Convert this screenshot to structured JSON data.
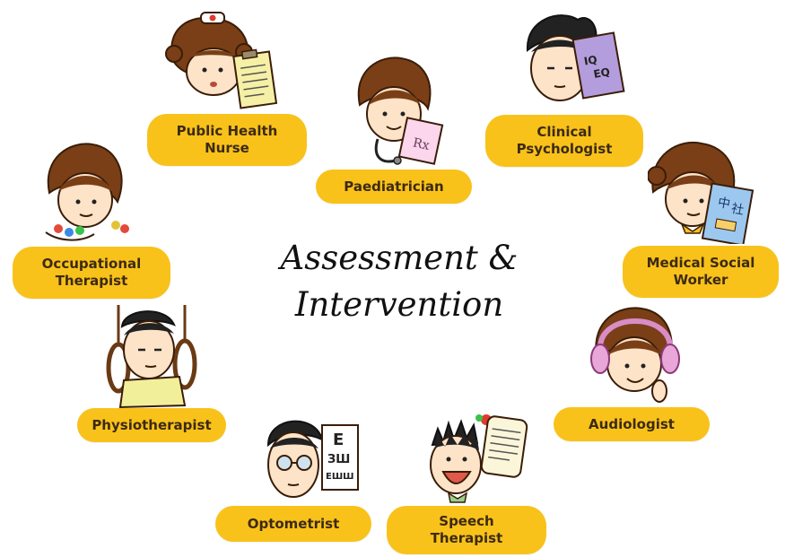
{
  "center": {
    "line1": "Assessment &",
    "line2": "Intervention"
  },
  "roles": {
    "public_health_nurse": {
      "line1": "Public Health",
      "line2": "Nurse"
    },
    "paediatrician": {
      "line1": "Paediatrician"
    },
    "clinical_psychologist": {
      "line1": "Clinical",
      "line2": "Psychologist"
    },
    "medical_social_worker": {
      "line1": "Medical Social",
      "line2": "Worker"
    },
    "occupational_therapist": {
      "line1": "Occupational",
      "line2": "Therapist"
    },
    "physiotherapist": {
      "line1": "Physiotherapist"
    },
    "audiologist": {
      "line1": "Audiologist"
    },
    "optometrist": {
      "line1": "Optometrist"
    },
    "speech_therapist": {
      "line1": "Speech",
      "line2": "Therapist"
    }
  },
  "figure_text": {
    "clipboard_left": "IQ",
    "clipboard_right": "EQ",
    "rx": "Rx",
    "social_doc_1": "中",
    "social_doc_2": "社",
    "eye_chart_row1": "E",
    "eye_chart_row2": "ЗШ",
    "eye_chart_row3": "ЕШШ"
  },
  "colors": {
    "pill": "#f9c21a",
    "pill_text": "#3c2a14",
    "hair": "#7a3f16",
    "skin": "#fde3c8",
    "paper": "#f5f0a6"
  }
}
